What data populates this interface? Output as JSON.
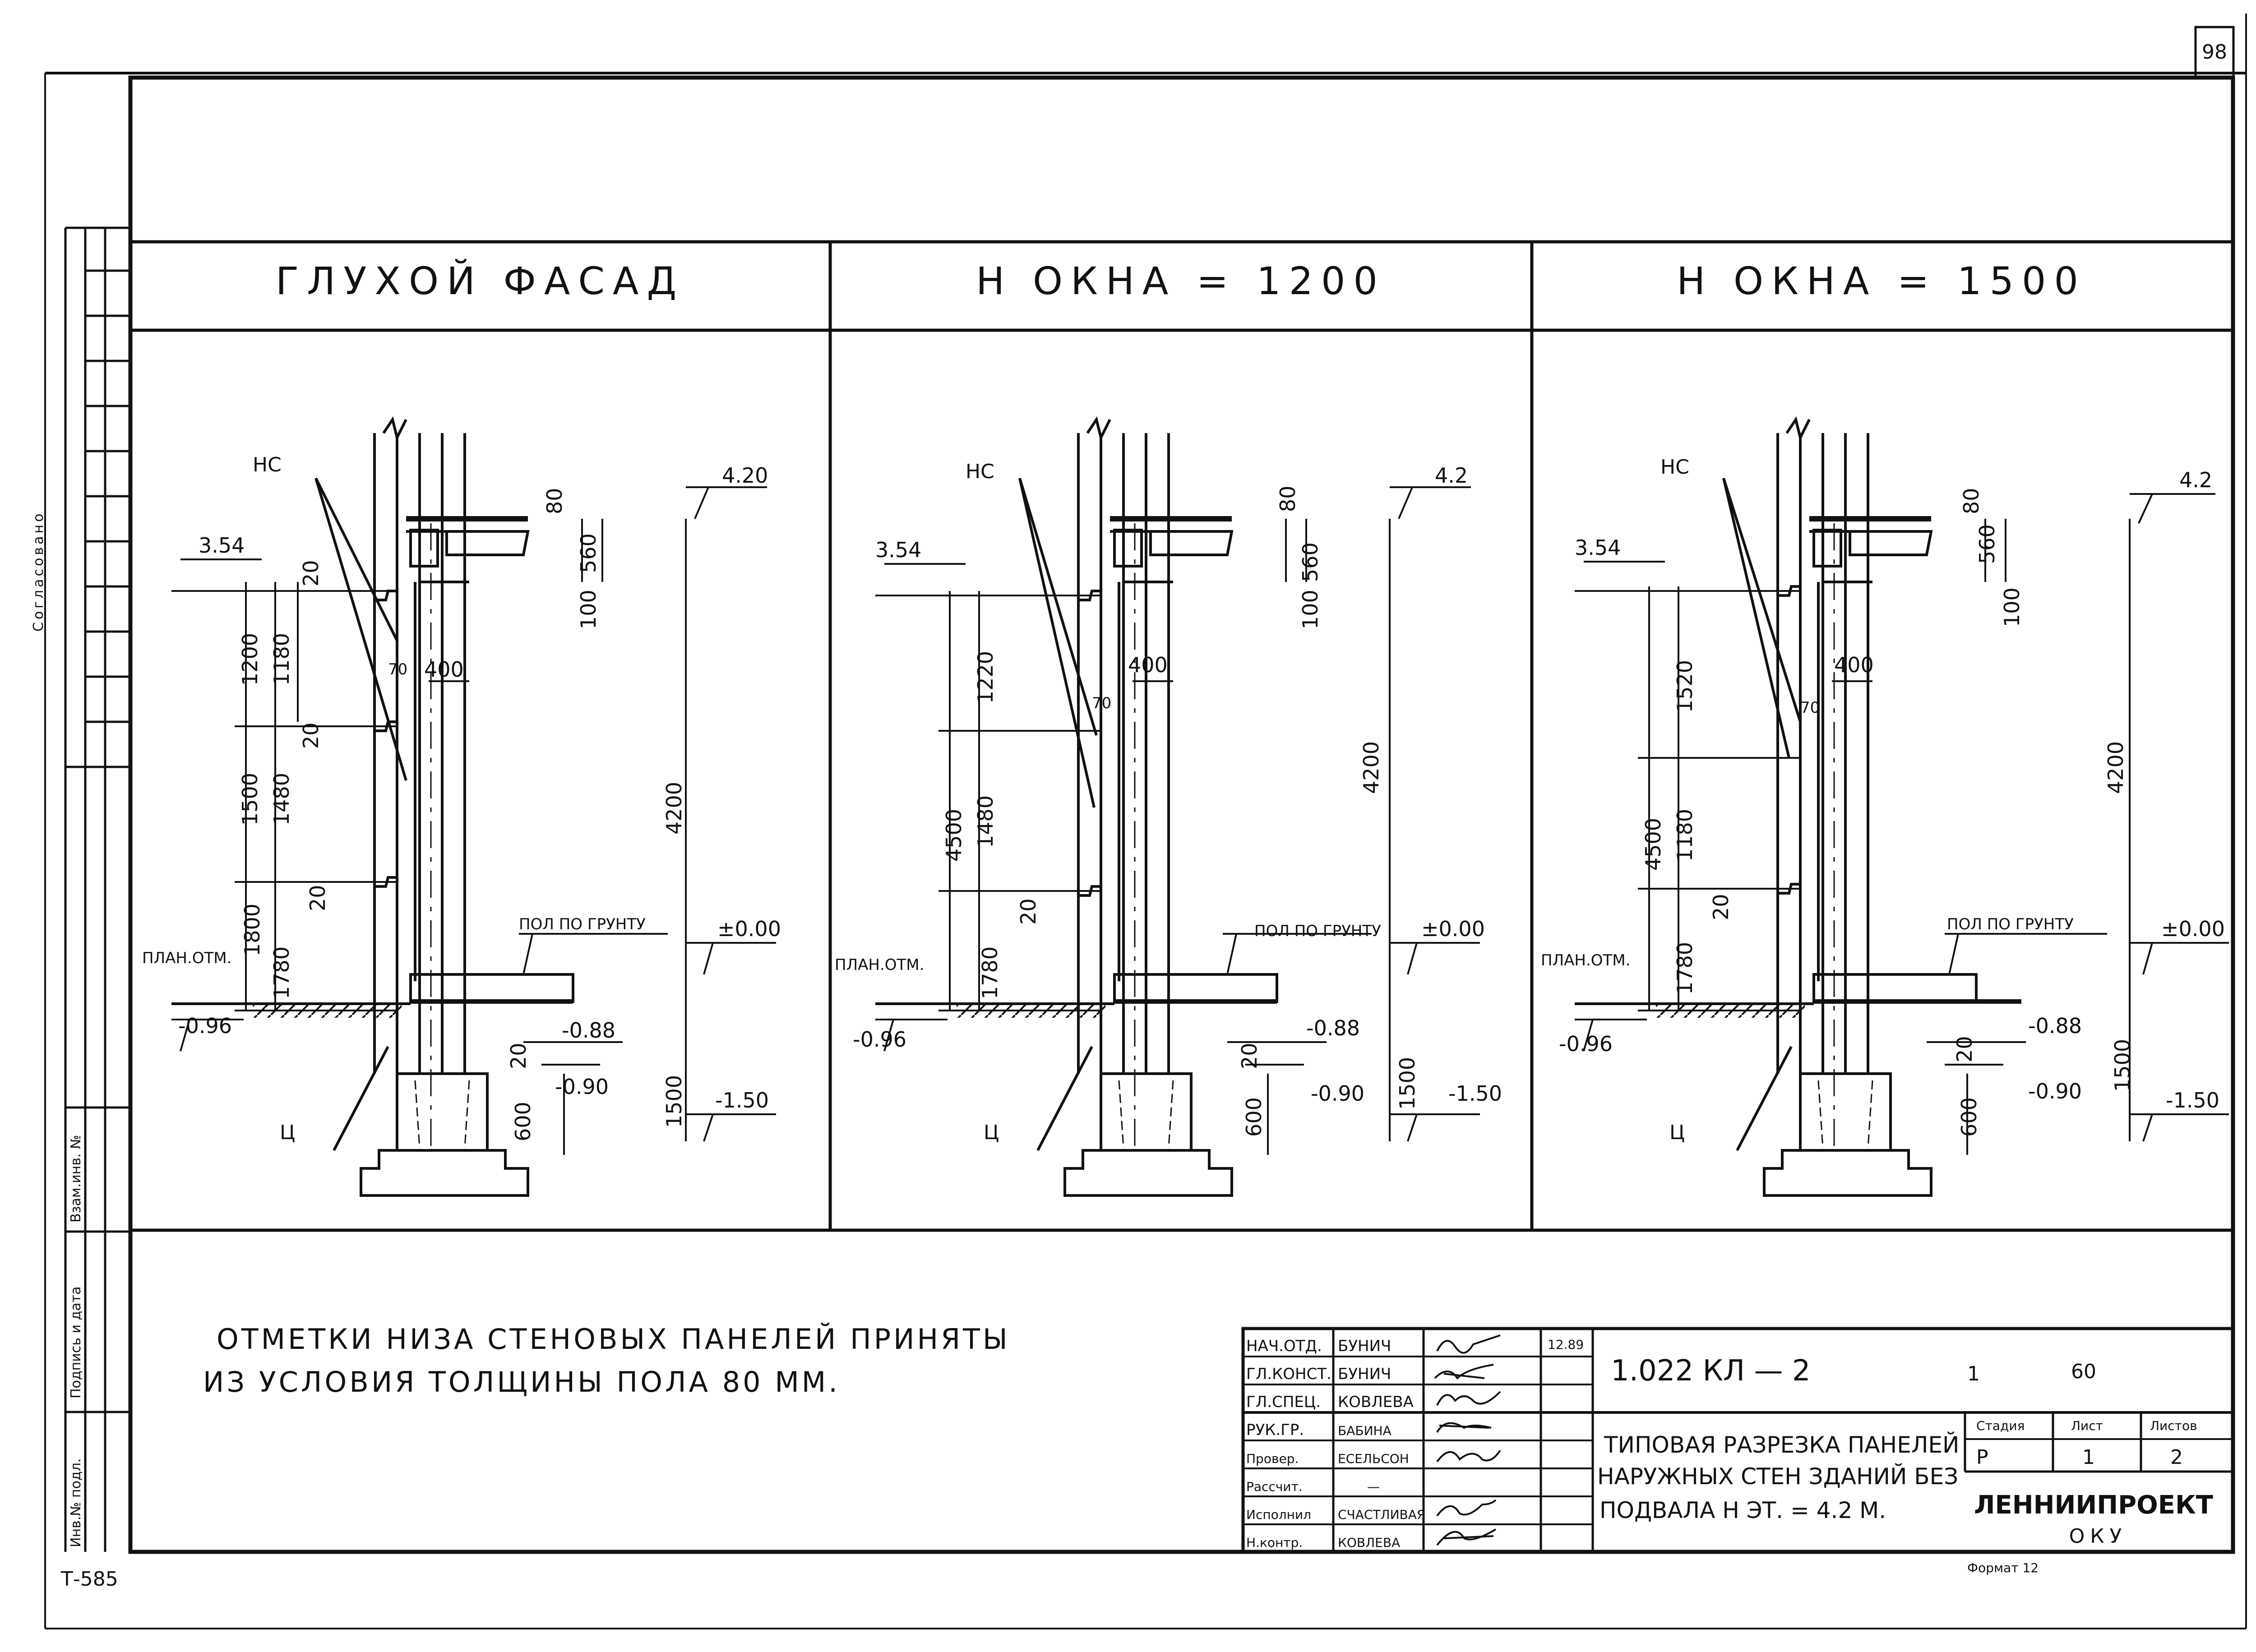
{
  "sheet": {
    "page_number": "98",
    "code_left_bottom": "Т-585",
    "format": "Формат 12"
  },
  "side_stamp": {
    "agreed": "Согласовано",
    "swap_inv": "Взам.инв. №",
    "sign_date": "Подпись и дата",
    "inv_original": "Инв.№ подл."
  },
  "panels": [
    {
      "title": "ГЛУХОЙ ФАСАД",
      "mark": "НС",
      "foundation_mark": "Ц",
      "top_level": "4.20",
      "left_level": "3.54",
      "floor_level": "±0.00",
      "ground_level": "-0.96",
      "sub_level_1": "-0.88",
      "sub_level_2": "-0.90",
      "bottom_level": "-1.50",
      "ground_label": "ПЛАН.ОТМ.",
      "floor_label": "ПОЛ ПО ГРУНТУ",
      "dims": {
        "slab": "80",
        "beam": "560",
        "gap100": "100",
        "outer1": "1200",
        "inner1": "1180",
        "joint1": "20",
        "joint2": "20",
        "outer2": "1500",
        "inner2": "1480",
        "joint3": "20",
        "outer3": "1800",
        "inner3": "1780",
        "offset": "70",
        "width": "400",
        "height": "4200",
        "base": "1500",
        "gap20": "20",
        "footing": "600"
      }
    },
    {
      "title": "Н ОКНА = 1200",
      "mark": "НС",
      "foundation_mark": "Ц",
      "top_level": "4.2",
      "left_level": "3.54",
      "floor_level": "±0.00",
      "ground_level": "-0.96",
      "sub_level_1": "-0.88",
      "sub_level_2": "-0.90",
      "bottom_level": "-1.50",
      "ground_label": "ПЛАН.ОТМ.",
      "floor_label": "ПОЛ ПО ГРУНТУ",
      "dims": {
        "slab": "80",
        "beam": "560",
        "gap100": "100",
        "outer1": "4500",
        "inner1": "1220",
        "inner2": "1480",
        "joint2": "20",
        "inner3": "1780",
        "offset": "70",
        "width": "400",
        "height": "4200",
        "base": "1500",
        "gap20": "20",
        "footing": "600"
      }
    },
    {
      "title": "Н ОКНА = 1500",
      "mark": "НС",
      "foundation_mark": "Ц",
      "top_level": "4.2",
      "left_level": "3.54",
      "floor_level": "±0.00",
      "ground_level": "-0.96",
      "sub_level_1": "-0.88",
      "sub_level_2": "-0.90",
      "bottom_level": "-1.50",
      "ground_label": "ПЛАН.ОТМ.",
      "floor_label": "ПОЛ ПО ГРУНТУ",
      "dims": {
        "slab": "80",
        "beam": "560",
        "gap100": "100",
        "outer1": "4500",
        "inner1": "1520",
        "inner2": "1180",
        "joint2": "20",
        "inner3": "1780",
        "offset": "70",
        "width": "400",
        "height": "4200",
        "base": "1500",
        "gap20": "20",
        "footing": "600"
      }
    }
  ],
  "note": {
    "line1": "ОТМЕТКИ НИЗА СТЕНОВЫХ ПАНЕЛЕЙ ПРИНЯТЫ",
    "line2": "ИЗ УСЛОВИЯ ТОЛЩИНЫ ПОЛА 80 ММ."
  },
  "title_block": {
    "roles": [
      "НАЧ.ОТД.",
      "ГЛ.КОНСТ.",
      "ГЛ.СПЕЦ.",
      "РУК.ГР.",
      "Провер.",
      "Рассчит.",
      "Исполнил",
      "Н.контр."
    ],
    "names": [
      "БУНИЧ",
      "БУНИЧ",
      "КОВЛЕВА",
      "БАБИНА",
      "ЕСЕЛЬСОН",
      "—",
      "СЧАСТЛИВАЯ",
      "КОВЛЕВА"
    ],
    "date": "12.89",
    "doc_number": "1.022 КЛ — 2",
    "sheet_no_top": "1",
    "count_top": "60",
    "description": [
      "ТИПОВАЯ РАЗРЕЗКА ПАНЕЛЕЙ",
      "НАРУЖНЫХ СТЕН ЗДАНИЙ БЕЗ",
      "ПОДВАЛА Н ЭТ. = 4.2 М."
    ],
    "stage_header": "Стадия",
    "sheet_header": "Лист",
    "sheets_header": "Листов",
    "stage": "Р",
    "sheet": "1",
    "sheets": "2",
    "org": "ЛЕННИИПРОЕКТ",
    "dept": "ОКУ"
  }
}
